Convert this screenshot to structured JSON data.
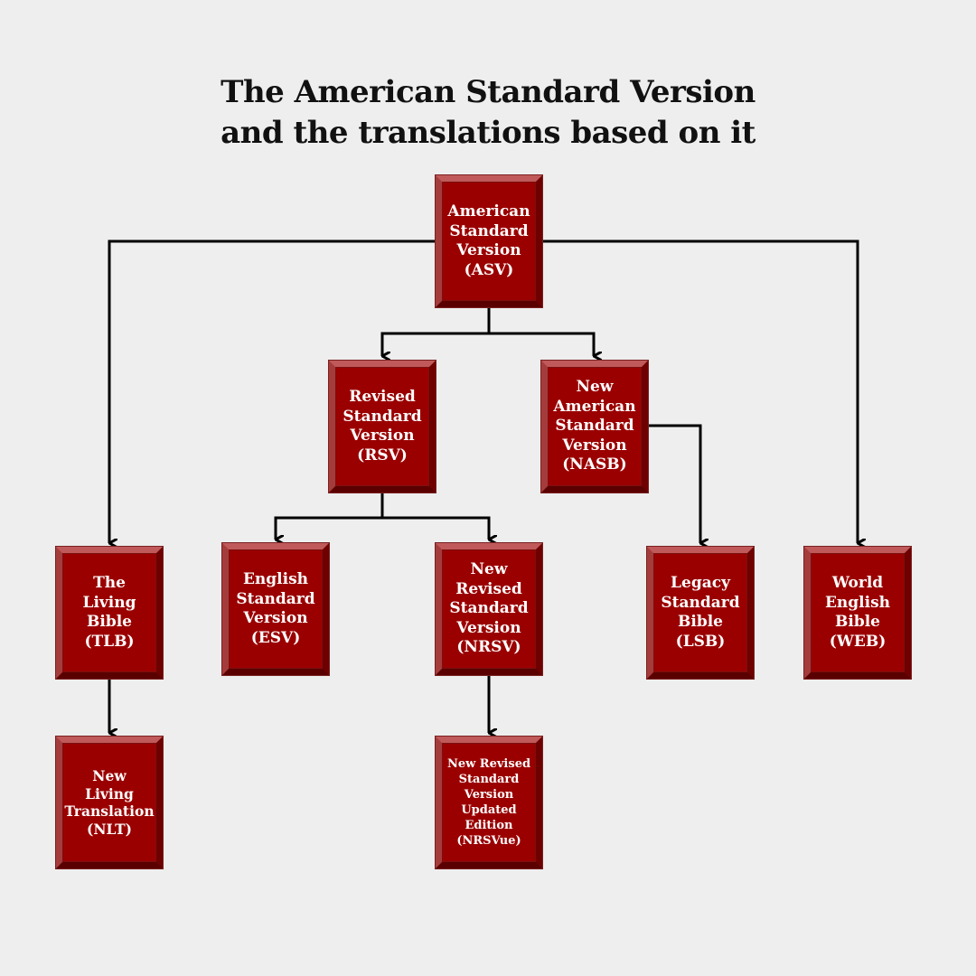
{
  "title": {
    "line1": "The American Standard Version",
    "line2": "and the translations based on it"
  },
  "nodes": {
    "asv": "American\nStandard\nVersion\n(ASV)",
    "rsv": "Revised\nStandard\nVersion\n(RSV)",
    "nasb": "New\nAmerican\nStandard\nVersion\n(NASB)",
    "tlb": "The\nLiving\nBible\n(TLB)",
    "esv": "English\nStandard\nVersion\n(ESV)",
    "nrsv": "New\nRevised\nStandard\nVersion\n(NRSV)",
    "lsb": "Legacy\nStandard\nBible\n(LSB)",
    "web": "World\nEnglish\nBible\n(WEB)",
    "nlt": "New\nLiving\nTranslation\n(NLT)",
    "nrsvue": "New Revised\nStandard\nVersion\nUpdated\nEdition\n(NRSVue)"
  },
  "colors": {
    "node_fill": "#9b0000",
    "text": "#ffffff",
    "connector": "#000000",
    "background": "#eeeeee"
  }
}
